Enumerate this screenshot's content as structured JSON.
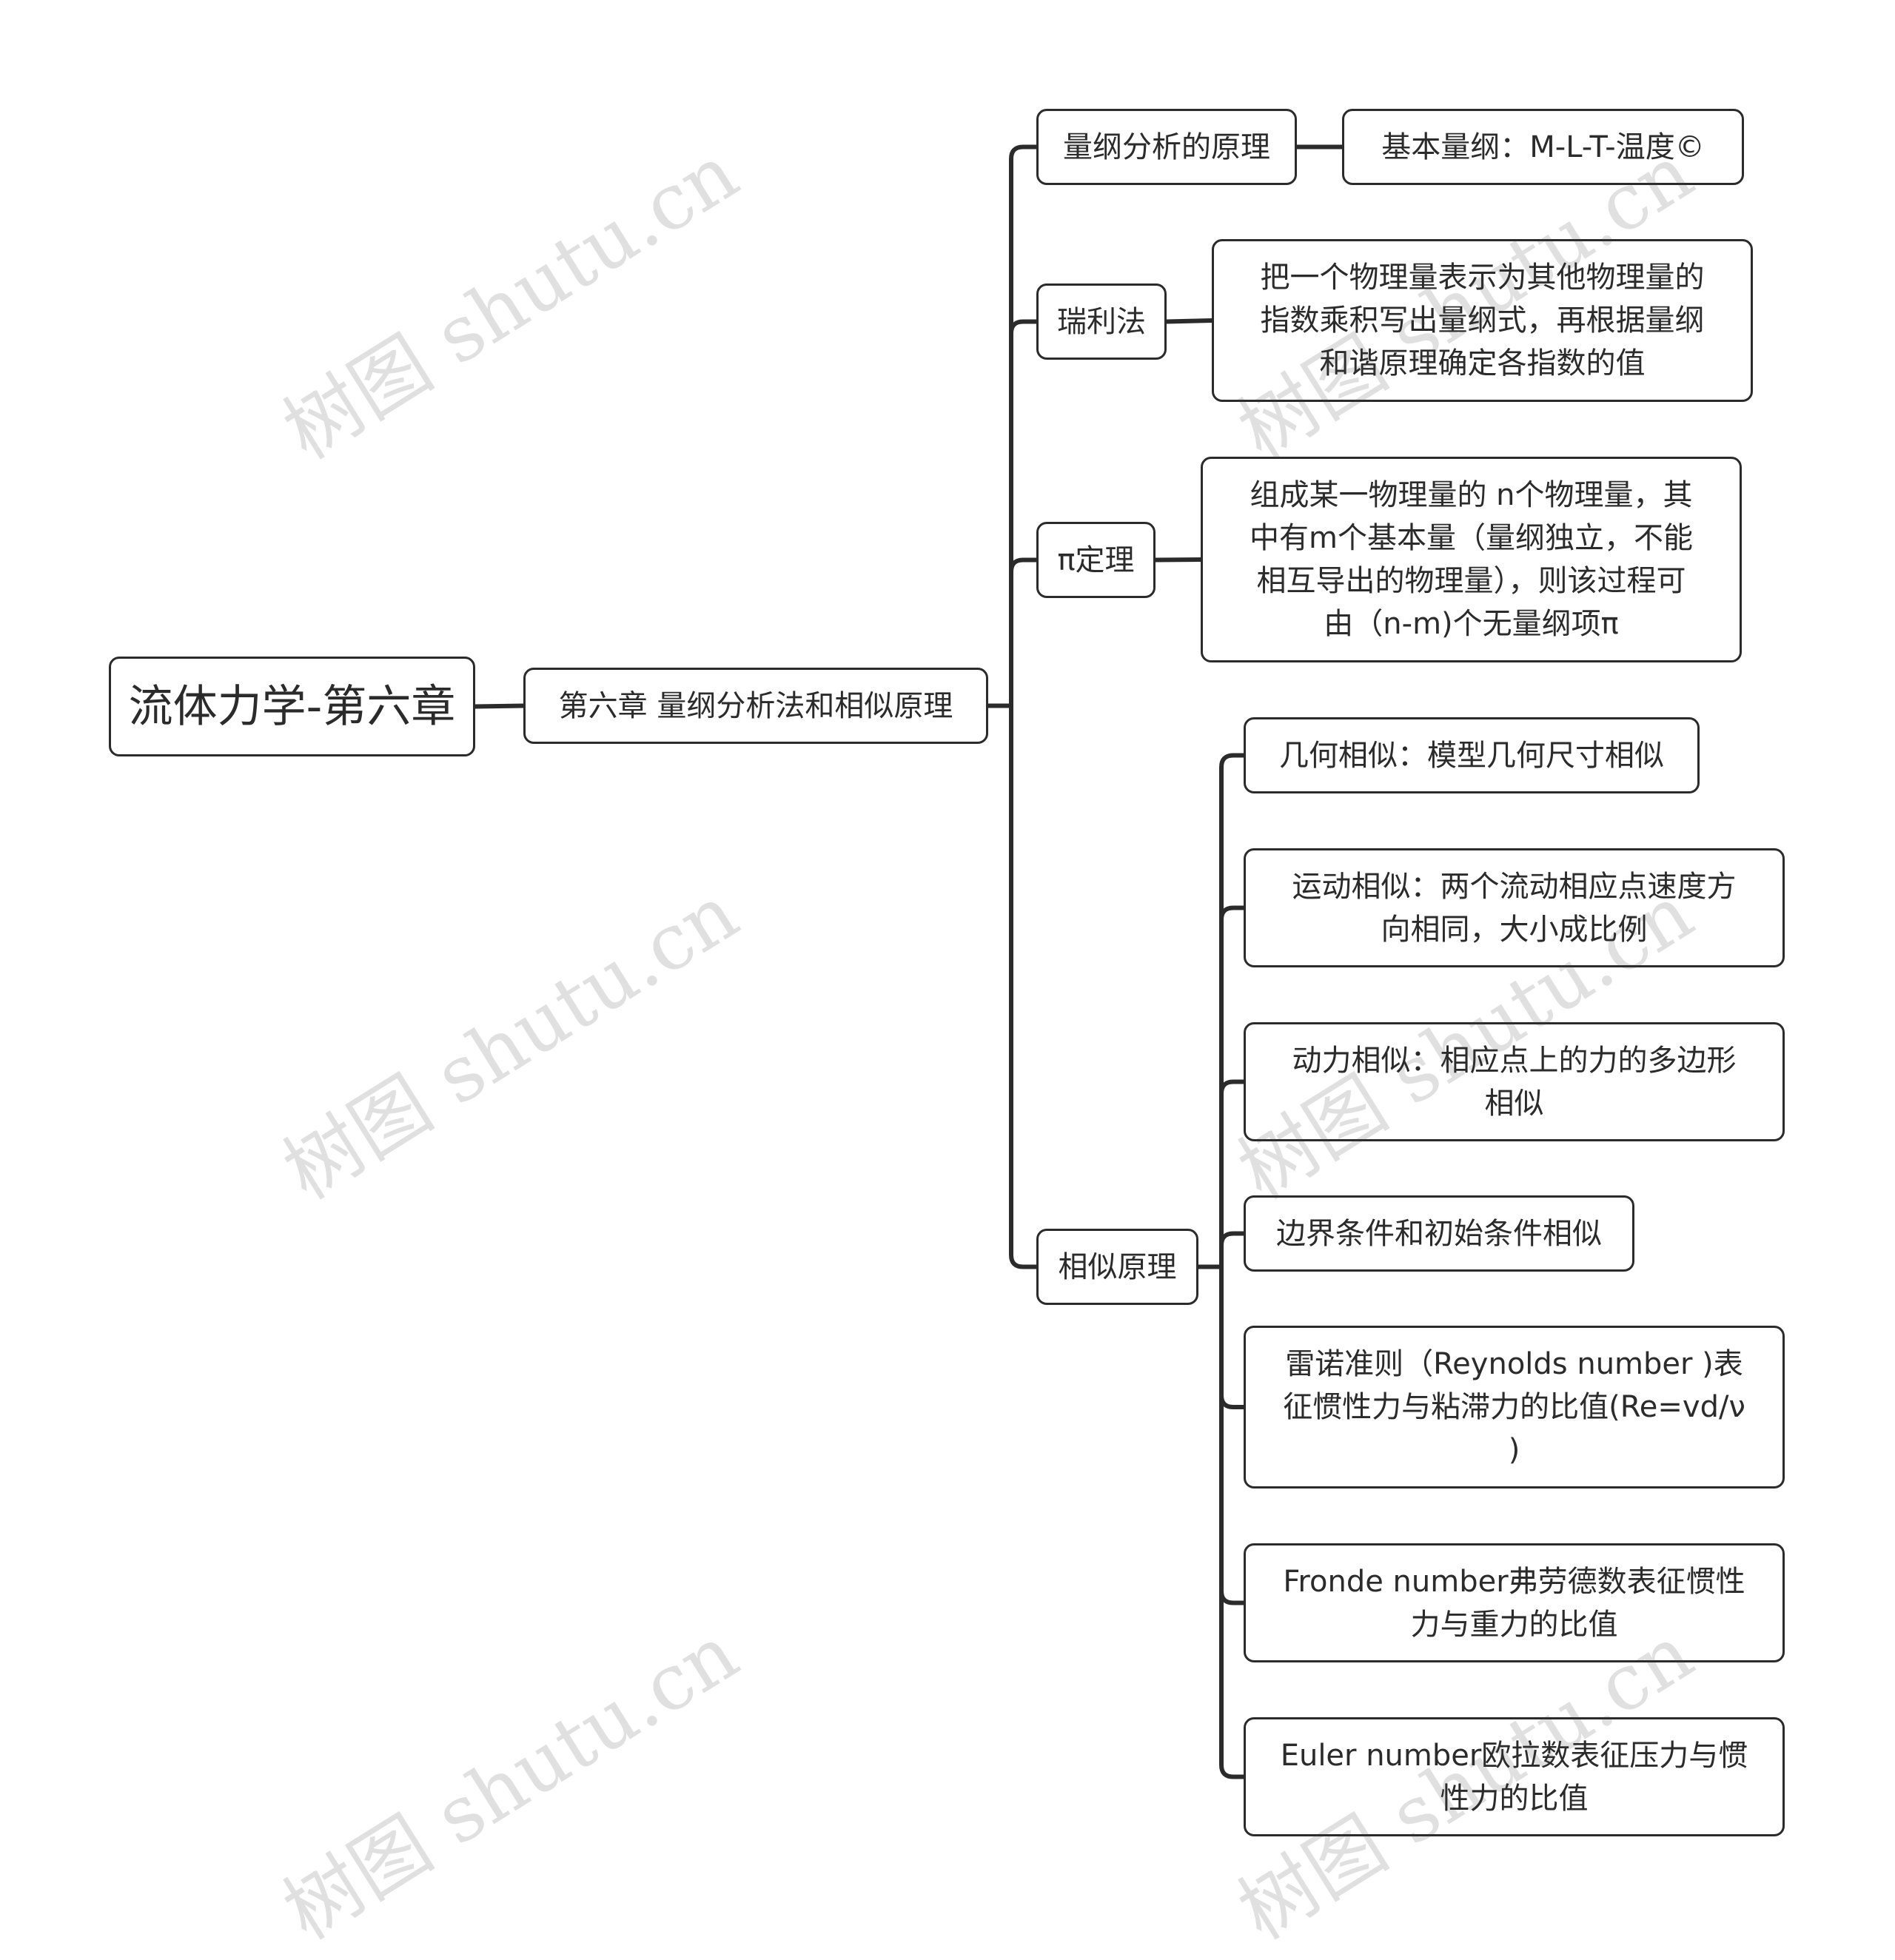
{
  "root": {
    "label": "流体力学-第六章"
  },
  "chapter": {
    "label": "第六章 量纲分析法和相似原理"
  },
  "branches": [
    {
      "label": "量纲分析的原理",
      "children": [
        "基本量纲：M-L-T-温度©"
      ]
    },
    {
      "label": "瑞利法",
      "children": [
        "把一个物理量表示为其他物理量的\n指数乘积写出量纲式，再根据量纲\n和谐原理确定各指数的值"
      ]
    },
    {
      "label": "π定理",
      "children": [
        "组成某一物理量的 n个物理量，其\n中有m个基本量（量纲独立，不能\n相互导出的物理量），则该过程可\n由（n-m)个无量纲项π"
      ]
    },
    {
      "label": "相似原理",
      "children": [
        "几何相似：模型几何尺寸相似",
        "运动相似：两个流动相应点速度方\n向相同，大小成比例",
        "动力相似：相应点上的力的多边形\n相似",
        "边界条件和初始条件相似",
        "雷诺准则（Reynolds number )表\n征惯性力与粘滞力的比值(Re=vd/ν\n)",
        "Fronde number弗劳德数表征惯性\n力与重力的比值",
        "Euler number欧拉数表征压力与惯\n性力的比值"
      ]
    }
  ],
  "watermark": "树图 shutu.cn",
  "colors": {
    "line": "#2b2b2b",
    "border": "#2b2b2b",
    "text": "#2b2b2b",
    "watermark": "#3c3c3c"
  }
}
